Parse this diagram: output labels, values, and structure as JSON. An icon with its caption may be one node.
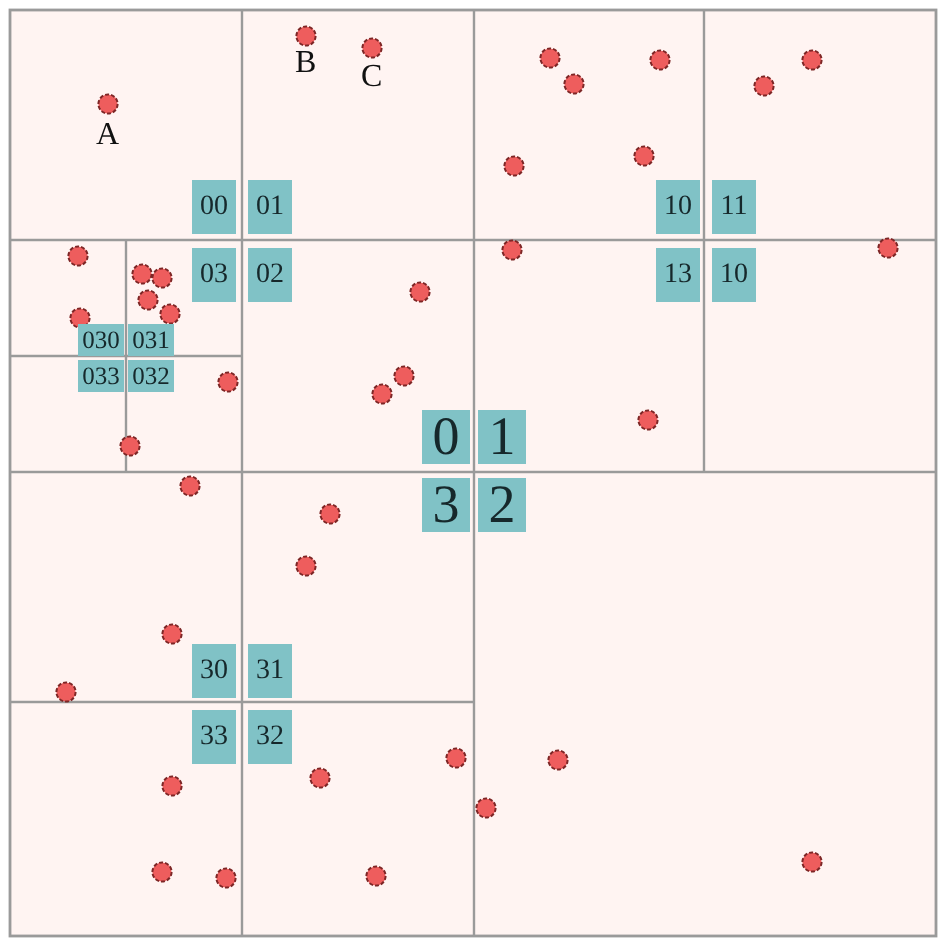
{
  "diagram": {
    "nodes": [
      {
        "text": [
          "00"
        ]
      },
      {
        "text": [
          "01"
        ]
      },
      {
        "text": [
          "10"
        ]
      },
      {
        "text": [
          "11"
        ]
      },
      {
        "text": [
          "03"
        ]
      },
      {
        "text": [
          "02"
        ]
      },
      {
        "text": [
          "13"
        ]
      },
      {
        "text": [
          "10"
        ]
      },
      {
        "text": [
          "030"
        ]
      },
      {
        "text": [
          "031"
        ]
      },
      {
        "text": [
          "033"
        ]
      },
      {
        "text": [
          "032"
        ]
      },
      {
        "text": [
          "0"
        ]
      },
      {
        "text": [
          "1"
        ]
      },
      {
        "text": [
          "3"
        ]
      },
      {
        "text": [
          "2"
        ]
      },
      {
        "text": [
          "30"
        ]
      },
      {
        "text": [
          "31"
        ]
      },
      {
        "text": [
          "33"
        ]
      },
      {
        "text": [
          "32"
        ]
      }
    ],
    "labels": [
      "A",
      "B",
      "C"
    ]
  }
}
